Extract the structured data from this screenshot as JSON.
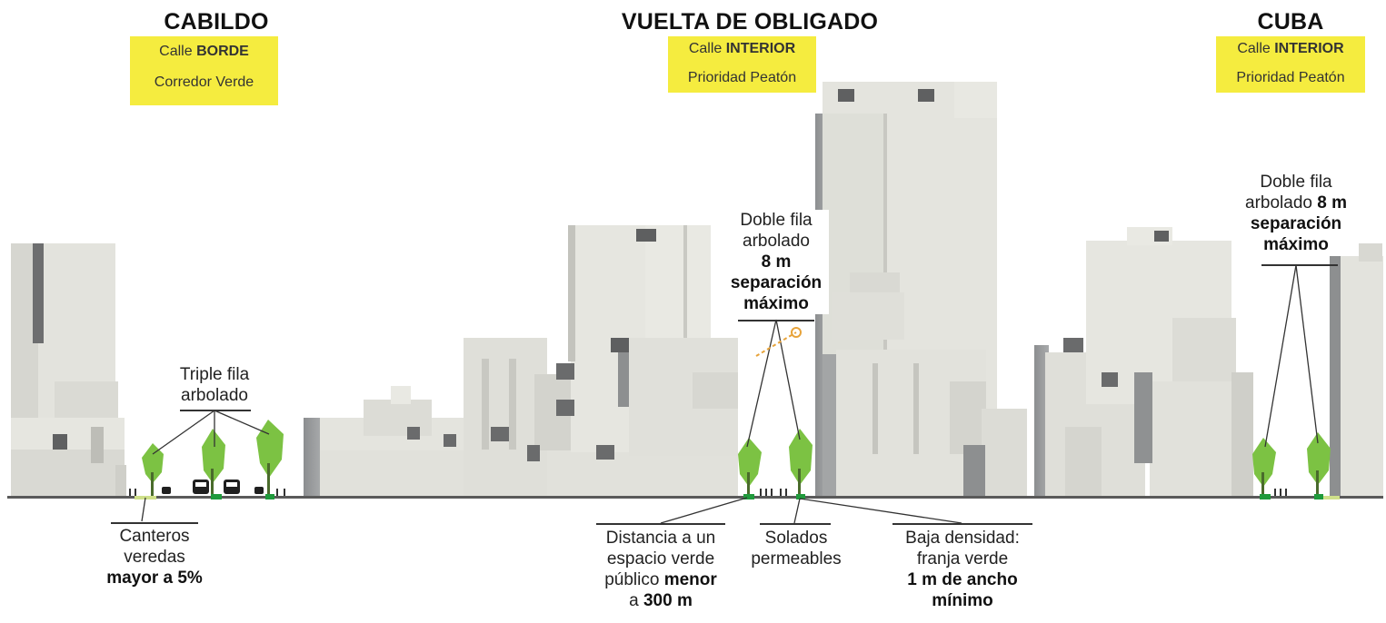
{
  "streets": {
    "cabildo": {
      "title": "CABILDO",
      "box_line1_prefix": "Calle ",
      "box_line1_bold": "BORDE",
      "box_line2": "Corredor Verde"
    },
    "vuelta": {
      "title": "VUELTA DE OBLIGADO",
      "box_line1_prefix": "Calle ",
      "box_line1_bold": "INTERIOR",
      "box_line2": "Prioridad Peatón"
    },
    "cuba": {
      "title": "CUBA",
      "box_line1_prefix": "Calle ",
      "box_line1_bold": "INTERIOR",
      "box_line2": "Prioridad Peatón"
    }
  },
  "annotations": {
    "triple": {
      "l1": "Triple fila",
      "l2": "arbolado"
    },
    "doble_center": {
      "l1": "Doble fila",
      "l2": "arbolado",
      "l3": "8 m",
      "l4": "separación",
      "l5": "máximo"
    },
    "doble_right": {
      "l1": "Doble fila",
      "l2_prefix": "arbolado ",
      "l2_bold": "8 m",
      "l3": "separación",
      "l4": "máximo"
    },
    "canteros": {
      "l1": "Canteros",
      "l2": "veredas",
      "l3": "mayor a 5%"
    },
    "distancia": {
      "l1": "Distancia a un",
      "l2": "espacio verde",
      "l3_prefix": "público ",
      "l3_bold": "menor",
      "l4_prefix": "a ",
      "l4_bold": "300 m"
    },
    "solados": {
      "l1": "Solados",
      "l2": "permeables"
    },
    "baja": {
      "l1": "Baja densidad:",
      "l2": "franja verde",
      "l3": "1 m de ancho",
      "l4": "mínimo"
    }
  },
  "colors": {
    "highlight_yellow": "#f5ec3f",
    "tree_green": "#7cc243",
    "planter_green": "#1f9a3c",
    "building_light": "#e2e2dc",
    "building_shadow": "#8e9091",
    "ground_line": "#5a5a5a"
  }
}
